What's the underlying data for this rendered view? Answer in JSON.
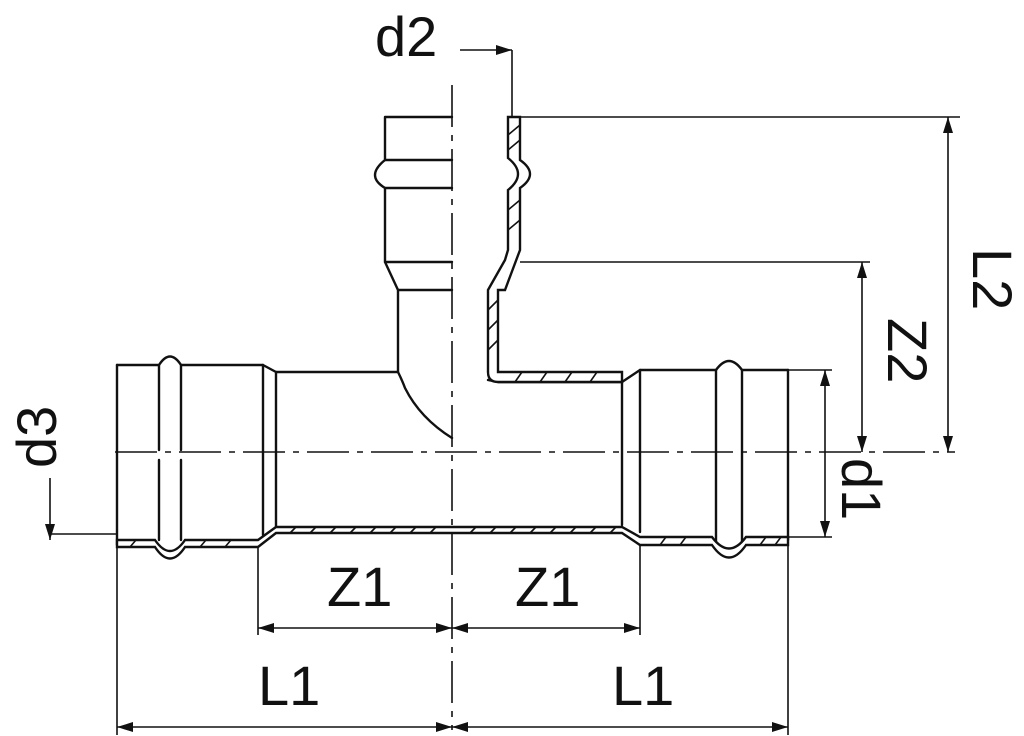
{
  "labels": {
    "d2": "d2",
    "d3": "d3",
    "d1": "d1",
    "l2": "L2",
    "z2": "Z2",
    "z1_left": "Z1",
    "z1_right": "Z1",
    "l1_left": "L1",
    "l1_right": "L1"
  },
  "colors": {
    "line": "#111111",
    "background": "#ffffff"
  }
}
